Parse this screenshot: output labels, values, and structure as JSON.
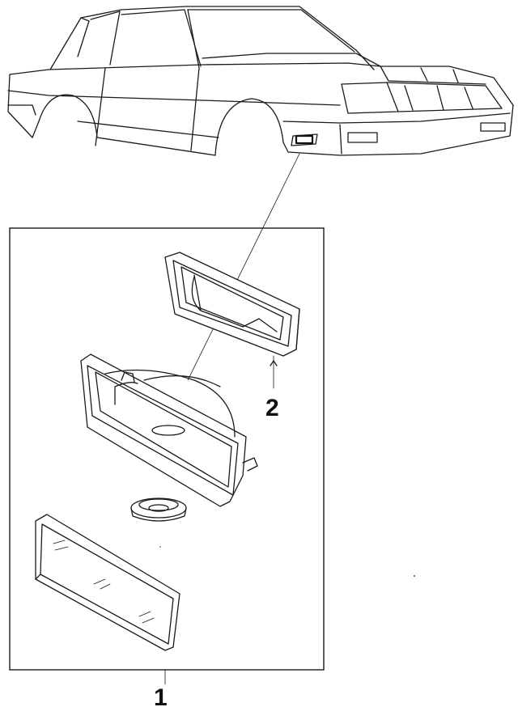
{
  "callouts": [
    {
      "id": "assembly",
      "label": "1"
    },
    {
      "id": "bezel",
      "label": "2"
    }
  ]
}
